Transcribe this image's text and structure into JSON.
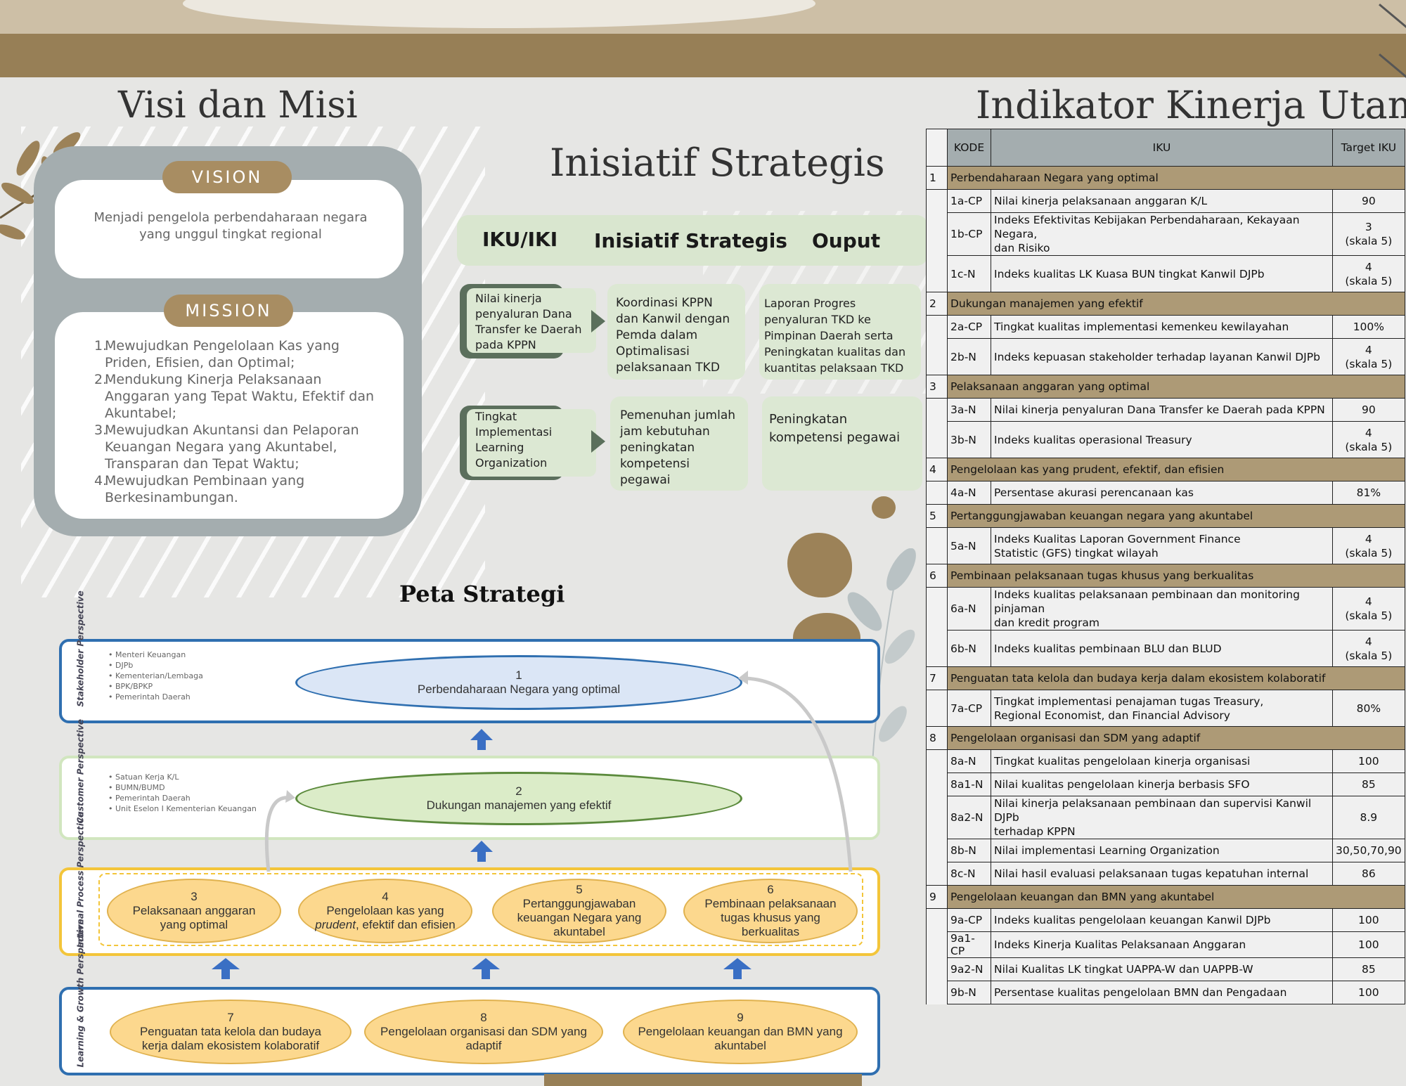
{
  "titles": {
    "vision_mission": "Visi dan Misi",
    "inisiatif": "Inisiatif Strategis",
    "iku": "Indikator Kinerja Utama",
    "peta": "Peta Strategi"
  },
  "vision": {
    "label": "VISION",
    "text": "Menjadi pengelola perbendaharaan negara yang unggul tingkat regional"
  },
  "mission": {
    "label": "MISSION",
    "items": [
      {
        "num": "1.",
        "text": "Mewujudkan Pengelolaan Kas yang Priden, Efisien, dan Optimal;"
      },
      {
        "num": "2.",
        "text": "Mendukung Kinerja Pelaksanaan Anggaran yang Tepat Waktu, Efektif dan Akuntabel;"
      },
      {
        "num": "3.",
        "text": "Mewujudkan Akuntansi dan Pelaporan Keuangan Negara yang Akuntabel, Transparan dan Tepat Waktu;"
      },
      {
        "num": "4.",
        "text": "Mewujudkan Pembinaan yang Berkesinambungan."
      }
    ]
  },
  "inisiatif": {
    "headers": [
      "IKU/IKI",
      "Inisiatif Strategis",
      "Ouput"
    ],
    "rows": [
      {
        "iku": "Nilai kinerja penyaluran  Dana Transfer ke Daerah pada KPPN",
        "strategi": "Koordinasi KPPN dan Kanwil dengan Pemda dalam Optimalisasi pelaksanaan TKD",
        "output": "Laporan Progres penyaluran TKD ke Pimpinan Daerah serta Peningkatan kualitas dan kuantitas pelaksaan TKD"
      },
      {
        "iku": "Tingkat Implementasi Learning Organization",
        "strategi": "Pemenuhan jumlah jam kebutuhan peningkatan kompetensi pegawai",
        "output": "Peningkatan kompetensi pegawai"
      }
    ]
  },
  "iku_table": {
    "headers": [
      "KODE",
      "IKU",
      "Target IKU"
    ],
    "groups": [
      {
        "no": "1",
        "title": "Perbendaharaan Negara yang optimal",
        "rows": [
          {
            "kode": "1a-CP",
            "iku": "Nilai kinerja pelaksanaan anggaran K/L",
            "target": "90"
          },
          {
            "kode": "1b-CP",
            "iku": "Indeks Efektivitas Kebijakan Perbendaharaan, Kekayaan Negara,\n dan Risiko",
            "target": "3\n(skala 5)"
          },
          {
            "kode": "1c-N",
            "iku": "Indeks kualitas LK Kuasa BUN tingkat Kanwil DJPb",
            "target": "4\n(skala 5)"
          }
        ]
      },
      {
        "no": "2",
        "title": "Dukungan manajemen yang efektif",
        "rows": [
          {
            "kode": "2a-CP",
            "iku": "Tingkat kualitas implementasi kemenkeu kewilayahan",
            "target": "100%"
          },
          {
            "kode": "2b-N",
            "iku": "Indeks kepuasan stakeholder terhadap layanan Kanwil DJPb",
            "target": "4\n(skala 5)"
          }
        ]
      },
      {
        "no": "3",
        "title": "Pelaksanaan anggaran yang optimal",
        "rows": [
          {
            "kode": "3a-N",
            "iku": "Nilai kinerja penyaluran Dana Transfer ke Daerah pada KPPN",
            "target": "90"
          },
          {
            "kode": "3b-N",
            "iku": "Indeks kualitas operasional Treasury",
            "target": "4\n(skala 5)"
          }
        ]
      },
      {
        "no": "4",
        "title": "Pengelolaan kas yang prudent, efektif, dan efisien",
        "rows": [
          {
            "kode": "4a-N",
            "iku": "Persentase akurasi perencanaan kas",
            "target": "81%"
          }
        ]
      },
      {
        "no": "5",
        "title": "Pertanggungjawaban keuangan negara yang akuntabel",
        "rows": [
          {
            "kode": "5a-N",
            "iku": "Indeks Kualitas Laporan Government Finance\n  Statistic (GFS) tingkat wilayah",
            "target": "4\n(skala 5)"
          }
        ]
      },
      {
        "no": "6",
        "title": "Pembinaan pelaksanaan tugas khusus yang berkualitas",
        "rows": [
          {
            "kode": "6a-N",
            "iku": "Indeks kualitas pelaksanaan pembinaan dan monitoring pinjaman\n  dan kredit program",
            "target": "4\n(skala 5)"
          },
          {
            "kode": "6b-N",
            "iku": "Indeks kualitas pembinaan BLU dan BLUD",
            "target": "4\n(skala 5)"
          }
        ]
      },
      {
        "no": "7",
        "title": "Penguatan tata kelola dan budaya kerja dalam ekosistem kolaboratif",
        "rows": [
          {
            "kode": "7a-CP",
            "iku": "Tingkat implementasi penajaman tugas Treasury,\n  Regional Economist, dan Financial Advisory",
            "target": "80%"
          }
        ]
      },
      {
        "no": "8",
        "title": "Pengelolaan organisasi dan SDM yang adaptif",
        "rows": [
          {
            "kode": "8a-N",
            "iku": "Tingkat kualitas pengelolaan kinerja organisasi",
            "target": "100"
          },
          {
            "kode": "8a1-N",
            "iku": "Nilai kualitas pengelolaan kinerja berbasis SFO",
            "target": "85"
          },
          {
            "kode": "8a2-N",
            "iku": "Nilai kinerja pelaksanaan pembinaan dan supervisi Kanwil DJPb\n  terhadap KPPN",
            "target": "8.9"
          },
          {
            "kode": "8b-N",
            "iku": "Nilai implementasi Learning Organization",
            "target": "30,50,70,90"
          },
          {
            "kode": "8c-N",
            "iku": "Nilai hasil evaluasi pelaksanaan tugas kepatuhan internal",
            "target": "86"
          }
        ]
      },
      {
        "no": "9",
        "title": "Pengelolaan keuangan dan BMN yang akuntabel",
        "rows": [
          {
            "kode": "9a-CP",
            "iku": "Indeks kualitas pengelolaan keuangan Kanwil DJPb",
            "target": "100"
          },
          {
            "kode": "9a1-CP",
            "iku": "Indeks Kinerja Kualitas Pelaksanaan Anggaran",
            "target": "100"
          },
          {
            "kode": "9a2-N",
            "iku": "Nilai Kualitas LK tingkat UAPPA-W dan UAPPB-W",
            "target": "85"
          },
          {
            "kode": "9b-N",
            "iku": "Persentase kualitas pengelolaan BMN dan Pengadaan",
            "target": "100"
          }
        ]
      }
    ]
  },
  "peta": {
    "stakeholder": {
      "perspective": "Stakeholder Perspective",
      "list": [
        "Menteri Keuangan",
        "DJPb",
        "Kementerian/Lembaga",
        "BPK/BPKP",
        "Pemerintah Daerah"
      ],
      "oval": {
        "num": "1",
        "text": "Perbendaharaan Negara yang optimal"
      }
    },
    "customer": {
      "perspective": "Customer Perspective",
      "list": [
        "Satuan Kerja K/L",
        "BUMN/BUMD",
        "Pemerintah Daerah",
        "Unit Eselon I Kementerian Keuangan"
      ],
      "oval": {
        "num": "2",
        "text": "Dukungan manajemen yang efektif"
      }
    },
    "internal": {
      "perspective": "Internal Process Perspective",
      "ovals": [
        {
          "num": "3",
          "text": "Pelaksanaan anggaran yang optimal"
        },
        {
          "num": "4",
          "text_pre": "Pengelolaan kas yang ",
          "text_italic": "prudent",
          "text_post": ", efektif dan efisien"
        },
        {
          "num": "5",
          "text": "Pertanggungjawaban keuangan Negara yang akuntabel"
        },
        {
          "num": "6",
          "text": "Pembinaan pelaksanaan tugas khusus yang berkualitas"
        }
      ]
    },
    "learning": {
      "perspective": "Learning & Growth Perspective",
      "ovals": [
        {
          "num": "7",
          "text": "Penguatan tata kelola dan budaya kerja dalam ekosistem kolaboratif"
        },
        {
          "num": "8",
          "text": "Pengelolaan organisasi dan SDM yang adaptif"
        },
        {
          "num": "9",
          "text": "Pengelolaan keuangan dan BMN yang akuntabel"
        }
      ]
    }
  },
  "colors": {
    "header_brown": "#977f56",
    "accent_brown": "#a88d62",
    "frame_grey": "#a4adaf",
    "green_card": "#dce8d3",
    "blue_arrow": "#3a6fc4",
    "yellow_oval": "#fcd88e",
    "blue_oval": "#dbe6f6",
    "green_oval": "#dbecc8"
  }
}
